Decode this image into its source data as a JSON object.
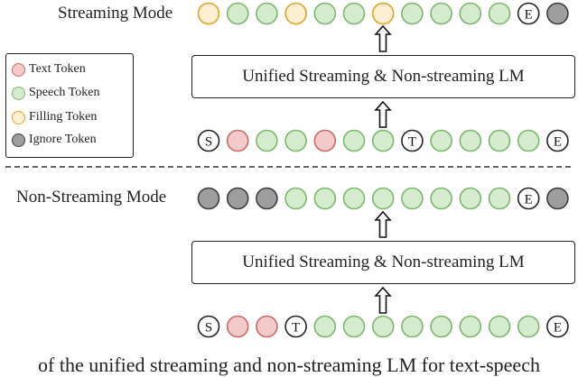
{
  "colors": {
    "text": {
      "fill": "#f4c9c9",
      "stroke": "#c66a6a"
    },
    "speech": {
      "fill": "#d5ebce",
      "stroke": "#7fb46e"
    },
    "filling": {
      "fill": "#fdf0d2",
      "stroke": "#e0a325"
    },
    "ignore": {
      "fill": "#9e9e9e",
      "stroke": "#3b3b3b"
    },
    "special": {
      "fill": "#ffffff",
      "stroke": "#222222"
    }
  },
  "legend": [
    {
      "kind": "text",
      "label": "Text Token"
    },
    {
      "kind": "speech",
      "label": "Speech Token"
    },
    {
      "kind": "filling",
      "label": "Filling Token"
    },
    {
      "kind": "ignore",
      "label": "Ignore Token"
    }
  ],
  "streaming": {
    "mode_label": "Streaming Mode",
    "lm_label": "Unified Streaming & Non-streaming LM",
    "output_tokens": [
      "filling",
      "speech",
      "speech",
      "filling",
      "speech",
      "speech",
      "filling",
      "speech",
      "speech",
      "speech",
      "speech",
      "E",
      "ignore"
    ],
    "input_tokens": [
      "S",
      "text",
      "speech",
      "speech",
      "text",
      "speech",
      "speech",
      "T",
      "speech",
      "speech",
      "speech",
      "speech",
      "E"
    ]
  },
  "non_streaming": {
    "mode_label": "Non-Streaming Mode",
    "lm_label": "Unified Streaming & Non-streaming LM",
    "output_tokens": [
      "ignore",
      "ignore",
      "ignore",
      "speech",
      "speech",
      "speech",
      "speech",
      "speech",
      "speech",
      "speech",
      "speech",
      "E",
      "ignore"
    ],
    "input_tokens": [
      "S",
      "text",
      "text",
      "T",
      "speech",
      "speech",
      "speech",
      "speech",
      "speech",
      "speech",
      "speech",
      "speech",
      "E"
    ]
  },
  "caption_fragment": "of the unified streaming and non-streaming LM for text-speech"
}
